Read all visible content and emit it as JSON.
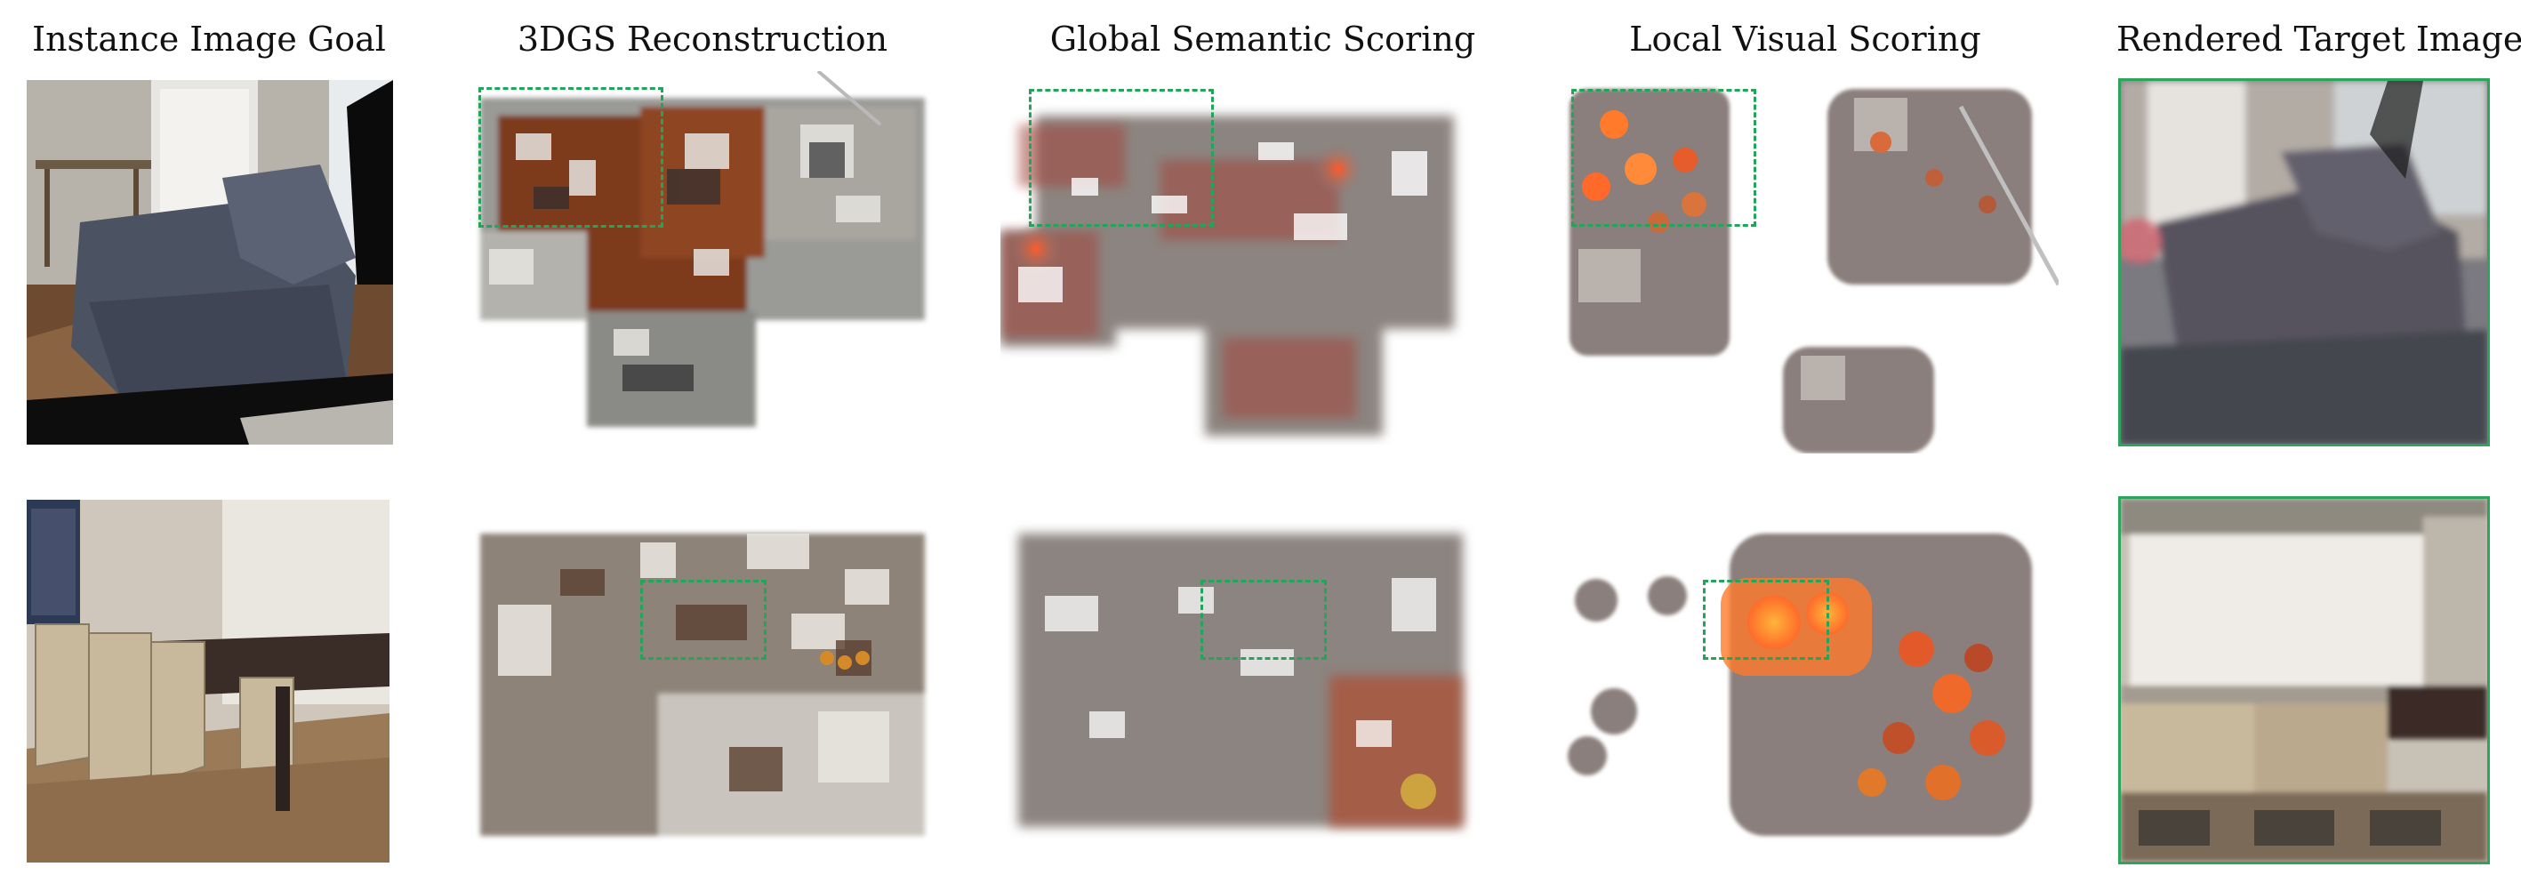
{
  "figure": {
    "columns": [
      {
        "title": "Instance Image Goal"
      },
      {
        "title": "3DGS Reconstruction"
      },
      {
        "title": "Global Semantic Scoring"
      },
      {
        "title": "Local Visual Scoring"
      },
      {
        "title": "Rendered Target Image"
      }
    ],
    "rows": [
      {
        "scene": "living-room-armchair"
      },
      {
        "scene": "dining-room-chairs"
      }
    ],
    "colors": {
      "highlight_box": "#22a55a",
      "heat_high": "#ff7a2a",
      "heat_low": "#8a7f7c",
      "floor_wood": "#8a3f22"
    }
  }
}
